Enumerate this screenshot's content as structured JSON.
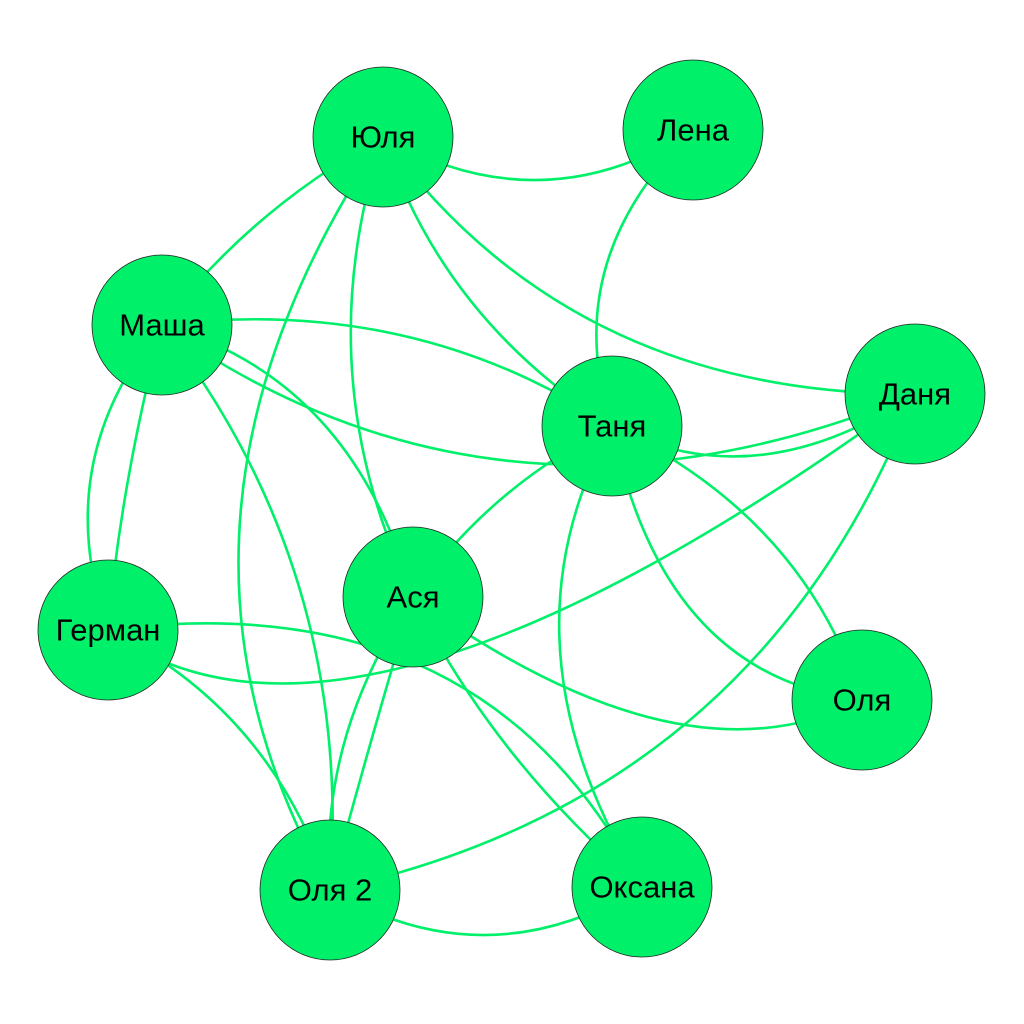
{
  "colors": {
    "node_fill": "#00F06A",
    "edge": "#00F06A",
    "label": "#000000"
  },
  "nodes": [
    {
      "id": "yulya",
      "label": "Юля"
    },
    {
      "id": "lena",
      "label": "Лена"
    },
    {
      "id": "masha",
      "label": "Маша"
    },
    {
      "id": "danya",
      "label": "Даня"
    },
    {
      "id": "tanya",
      "label": "Таня"
    },
    {
      "id": "asya",
      "label": "Ася"
    },
    {
      "id": "german",
      "label": "Герман"
    },
    {
      "id": "olya",
      "label": "Оля"
    },
    {
      "id": "olya2",
      "label": "Оля 2"
    },
    {
      "id": "oksana",
      "label": "Оксана"
    }
  ],
  "edges": [
    [
      "yulya",
      "lena"
    ],
    [
      "yulya",
      "masha"
    ],
    [
      "yulya",
      "olya2"
    ],
    [
      "yulya",
      "asya"
    ],
    [
      "yulya",
      "tanya"
    ],
    [
      "yulya",
      "danya"
    ],
    [
      "lena",
      "tanya"
    ],
    [
      "masha",
      "tanya"
    ],
    [
      "masha",
      "danya"
    ],
    [
      "masha",
      "asya"
    ],
    [
      "masha",
      "olya2"
    ],
    [
      "masha",
      "german"
    ],
    [
      "masha",
      "german"
    ],
    [
      "tanya",
      "danya"
    ],
    [
      "tanya",
      "asya"
    ],
    [
      "tanya",
      "olya"
    ],
    [
      "tanya",
      "olya"
    ],
    [
      "tanya",
      "oksana"
    ],
    [
      "german",
      "danya"
    ],
    [
      "german",
      "oksana"
    ],
    [
      "german",
      "olya2"
    ],
    [
      "danya",
      "olya2"
    ],
    [
      "asya",
      "olya"
    ],
    [
      "asya",
      "oksana"
    ],
    [
      "asya",
      "olya2"
    ],
    [
      "asya",
      "olya2"
    ],
    [
      "olya2",
      "oksana"
    ]
  ]
}
